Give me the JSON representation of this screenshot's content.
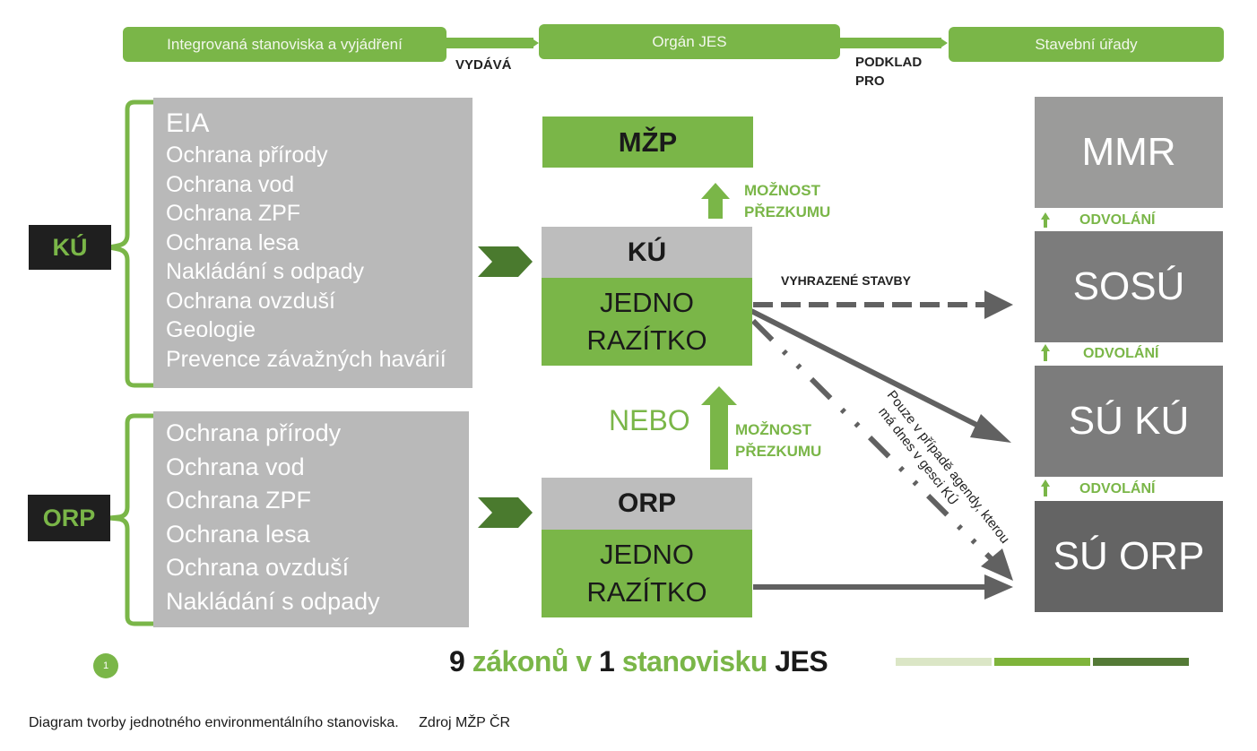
{
  "flow": {
    "steps": [
      "Integrovaná stanoviska a vyjádření",
      "Orgán JES",
      "Stavební úřady"
    ],
    "connector_1": "VYDÁVÁ",
    "connector_2_line1": "PODKLAD",
    "connector_2_line2": "PRO"
  },
  "left": {
    "ku_tag": "KÚ",
    "orp_tag": "ORP",
    "ku_items": [
      "EIA",
      "Ochrana přírody",
      "Ochrana vod",
      "Ochrana ZPF",
      "Ochrana lesa",
      "Nakládání s odpady",
      "Ochrana ovzduší",
      "Geologie",
      "Prevence závažných havárií"
    ],
    "orp_items": [
      "Ochrana přírody",
      "Ochrana vod",
      "Ochrana ZPF",
      "Ochrana lesa",
      "Ochrana ovzduší",
      "Nakládání s odpady"
    ]
  },
  "center": {
    "mzp": "MŽP",
    "review_1_line1": "MOŽNOST",
    "review_1_line2": "PŘEZKUMU",
    "ku_header": "KÚ",
    "stamp_line1": "JEDNO",
    "stamp_line2": "RAZÍTKO",
    "nebo": "NEBO",
    "review_2_line1": "MOŽNOST",
    "review_2_line2": "PŘEZKUMU",
    "orp_header": "ORP"
  },
  "connections": {
    "reserved_label": "VYHRAZENÉ STAVBY",
    "note_line1": "Pouze v případě agendy, kterou",
    "note_line2": "má dnes v gesci KÚ"
  },
  "right": {
    "boxes": [
      "MMR",
      "SOSÚ",
      "SÚ KÚ",
      "SÚ ORP"
    ],
    "appeal_label": "ODVOLÁNÍ"
  },
  "footer": {
    "badge": "1",
    "slogan_num1": "9",
    "slogan_word1": "zákonů v",
    "slogan_num2": "1",
    "slogan_word2": "stanovisku",
    "slogan_end": "JES",
    "caption": "Diagram tvorby jednotného environmentálního stanoviska.",
    "source": "Zdroj MŽP ČR"
  },
  "colors": {
    "green": "#7ab648",
    "dark_green": "#4a7a2e",
    "light_green": "#dbe6c6",
    "dark_tag": "#1f1f1f",
    "arrow_gray": "#616161"
  }
}
